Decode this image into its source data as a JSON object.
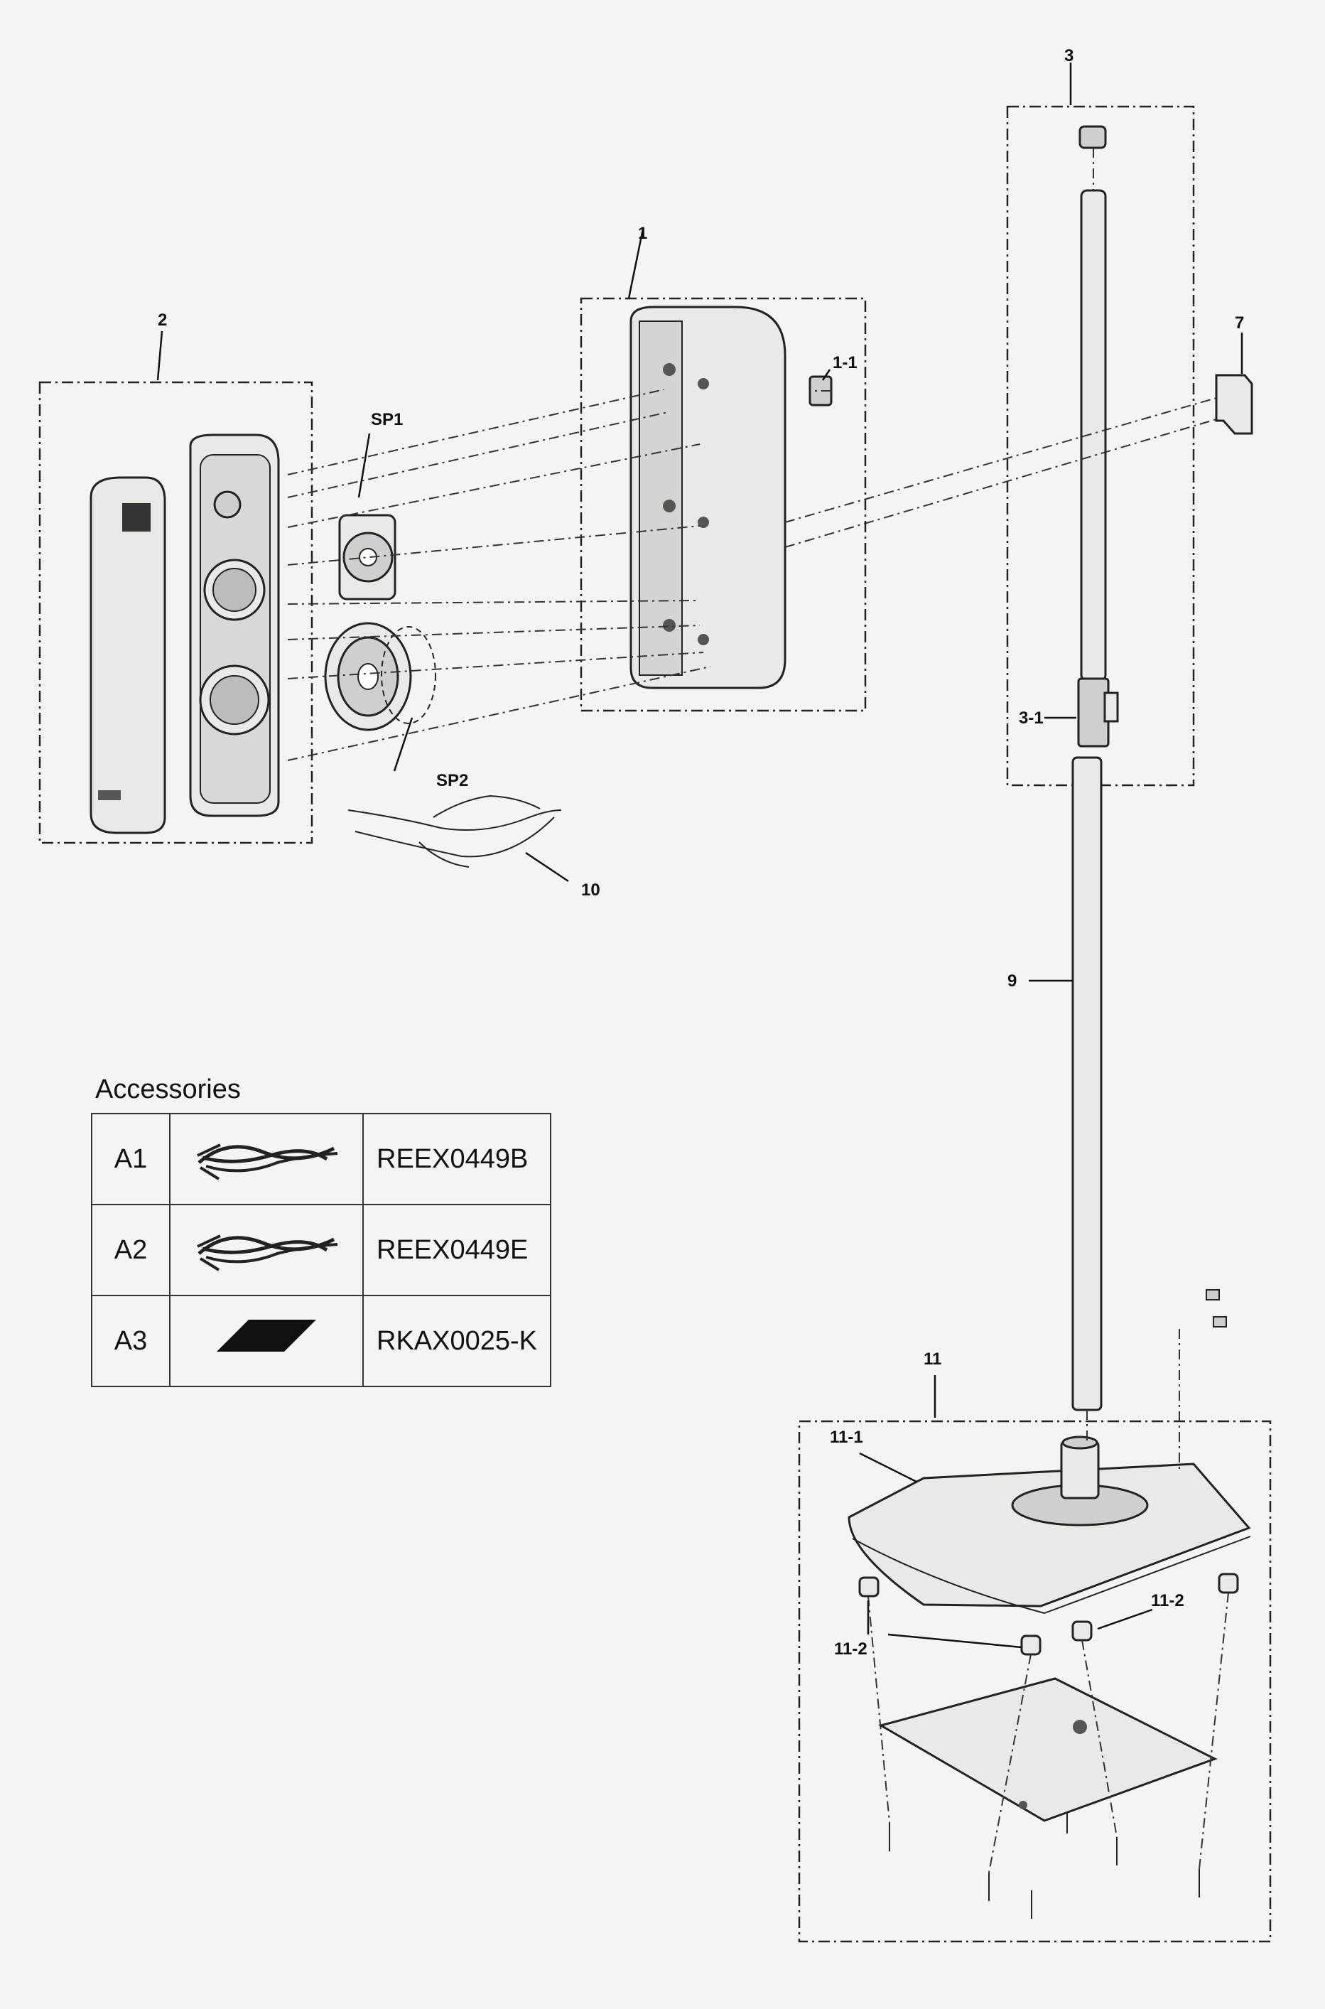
{
  "labels": {
    "l1": "1",
    "l1_1": "1-1",
    "l2": "2",
    "l3": "3",
    "l3_1": "3-1",
    "l7": "7",
    "l9": "9",
    "l10": "10",
    "l11": "11",
    "l11_1": "11-1",
    "l11_2a": "11-2",
    "l11_2b": "11-2",
    "sp1": "SP1",
    "sp2": "SP2"
  },
  "accessories": {
    "title": "Accessories",
    "rows": [
      {
        "code": "A1",
        "part": "REEX0449B",
        "icon": "cable-bundle-icon"
      },
      {
        "code": "A2",
        "part": "REEX0449E",
        "icon": "cable-bundle-icon"
      },
      {
        "code": "A3",
        "part": "RKAX0025-K",
        "icon": "black-pad-icon"
      }
    ]
  }
}
